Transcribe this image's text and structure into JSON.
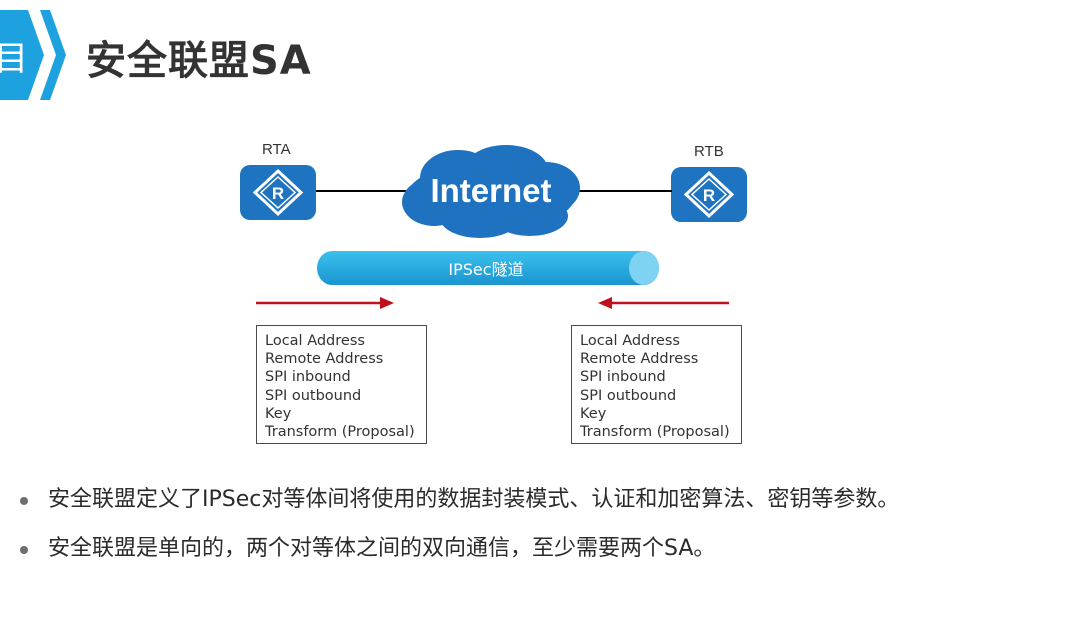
{
  "header": {
    "badge_text": "目",
    "title": "安全联盟SA"
  },
  "colors": {
    "accent": "#1ea1df",
    "router": "#1f74c1",
    "cloud": "#1f72c0",
    "tunnel": "#2aaee1",
    "arrow": "#c0101b"
  },
  "diagram": {
    "router_left": {
      "label": "RTA",
      "icon": "router-icon"
    },
    "router_right": {
      "label": "RTB",
      "icon": "router-icon"
    },
    "cloud_label": "Internet",
    "tunnel_label": "IPSec隧道",
    "sa_left": [
      "Local Address",
      "Remote Address",
      "SPI inbound",
      "SPI outbound",
      "Key",
      "Transform (Proposal)"
    ],
    "sa_right": [
      "Local Address",
      "Remote Address",
      "SPI inbound",
      "SPI outbound",
      "Key",
      "Transform (Proposal)"
    ]
  },
  "bullets": [
    "安全联盟定义了IPSec对等体间将使用的数据封装模式、认证和加密算法、密钥等参数。",
    "安全联盟是单向的，两个对等体之间的双向通信，至少需要两个SA。"
  ]
}
